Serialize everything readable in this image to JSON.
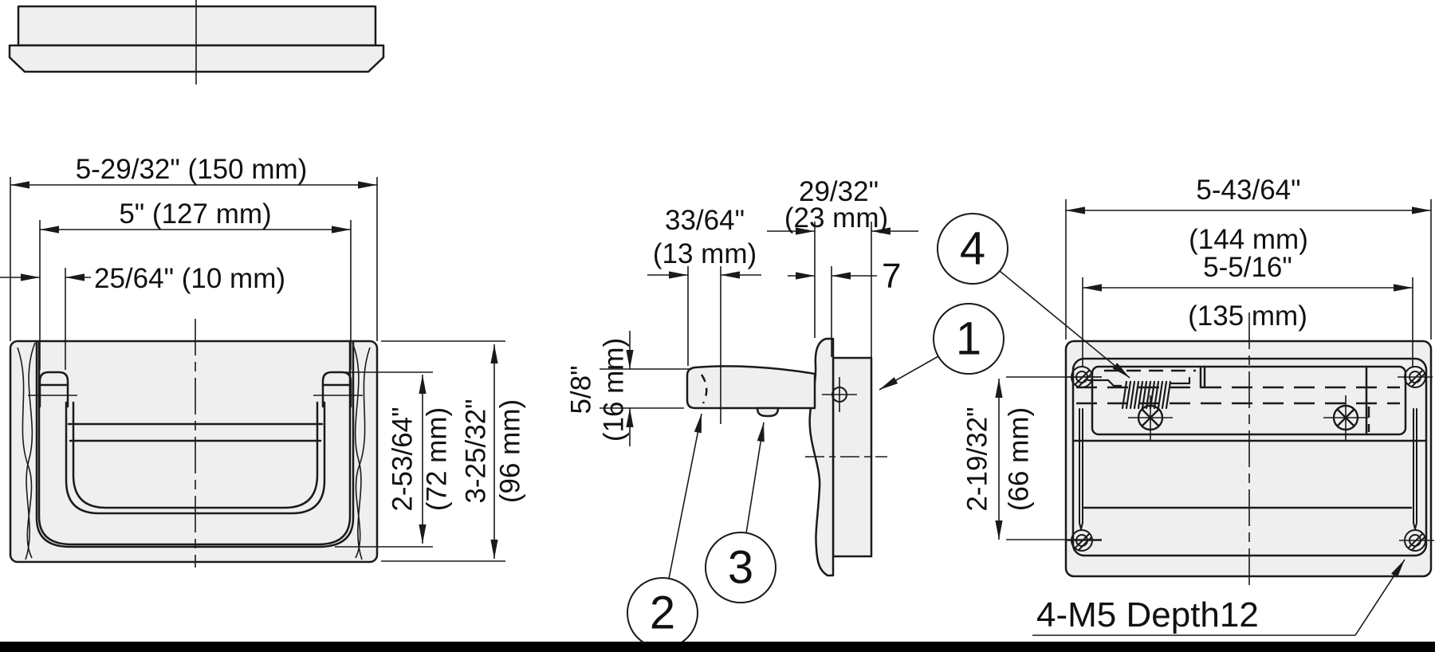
{
  "drawing_type": "recessed pull handle - engineering drawing",
  "colors": {
    "line": "#1a1a1a",
    "part_fill": "#efefef",
    "background": "#ffffff",
    "bottom_bar": "#000000"
  },
  "front": {
    "dim_width": "5-29/32\" (150 mm)",
    "dim_inner_width": "5\" (127 mm)",
    "dim_offset": "25/64\" (10 mm)",
    "dim_recess_height_in": "2-53/64\"",
    "dim_recess_height_mm": "(72 mm)",
    "dim_height_in": "3-25/32\"",
    "dim_height_mm": "(96 mm)"
  },
  "side": {
    "dim_grip_in": "33/64\"",
    "dim_grip_mm": "(13 mm)",
    "dim_depth_in": "29/32\"",
    "dim_depth_mm": "(23 mm)",
    "dim_plate_thickness": "7",
    "dim_handle_in": "5/8\"",
    "dim_handle_mm": "(16 mm)"
  },
  "back": {
    "dim_width_in": "5-43/64\"",
    "dim_width_mm": "(144 mm)",
    "dim_holes_in": "5-5/16\"",
    "dim_holes_mm": "(135 mm)",
    "dim_height_in": "2-19/32\"",
    "dim_height_mm": "(66 mm)",
    "note": "4-M5 Depth12"
  },
  "balloons": {
    "b1": "1",
    "b2": "2",
    "b3": "3",
    "b4": "4"
  }
}
